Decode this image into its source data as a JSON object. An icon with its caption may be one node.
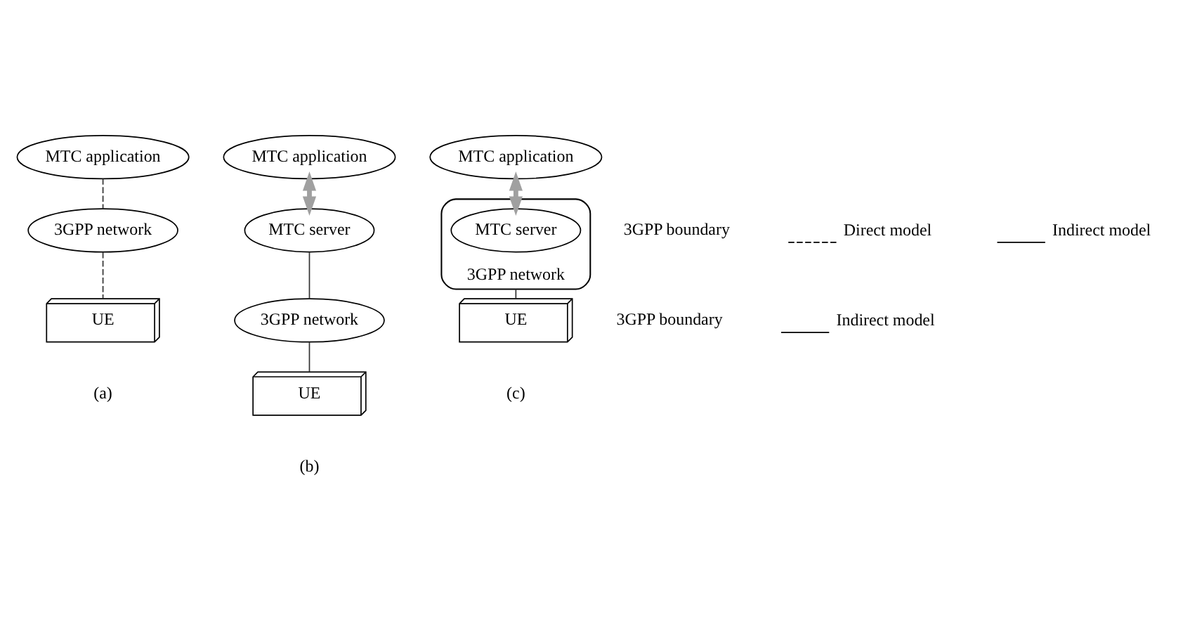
{
  "diagram": {
    "nodes": [
      {
        "text": [
          "MTC application"
        ]
      },
      {
        "text": [
          "3GPP network"
        ]
      },
      {
        "text": [
          "UE"
        ]
      },
      {
        "text": [
          "MTC application"
        ]
      },
      {
        "text": [
          "MTC server"
        ]
      },
      {
        "text": [
          "3GPP network"
        ]
      },
      {
        "text": [
          "UE"
        ]
      },
      {
        "text": [
          "MTC application"
        ]
      },
      {
        "text": [
          "3GPP network"
        ]
      },
      {
        "text": [
          "MTC server"
        ],
        "in": 8
      },
      {
        "text": [
          "UE"
        ]
      }
    ],
    "edges": [
      {
        "from": 0,
        "to": 1,
        "arrow": "none",
        "style": "dashed"
      },
      {
        "from": 1,
        "to": 2,
        "arrow": "none",
        "style": "dashed"
      },
      {
        "from": 3,
        "to": 4,
        "arrow": "both",
        "style": "thick",
        "color": "#a0a0a0"
      },
      {
        "from": 4,
        "to": 5,
        "arrow": "none"
      },
      {
        "from": 5,
        "to": 6,
        "arrow": "none"
      },
      {
        "from": 7,
        "to": 9,
        "arrow": "both",
        "style": "thick",
        "color": "#a0a0a0"
      },
      {
        "from": 8,
        "to": 10,
        "arrow": "none"
      }
    ],
    "labels": [
      "3GPP boundary",
      "3GPP boundary",
      "(a)",
      "(b)",
      "(c)"
    ],
    "legend": [
      {
        "text": "Direct model"
      },
      {
        "text": "Indirect model"
      },
      {
        "text": "Indirect model"
      }
    ]
  }
}
